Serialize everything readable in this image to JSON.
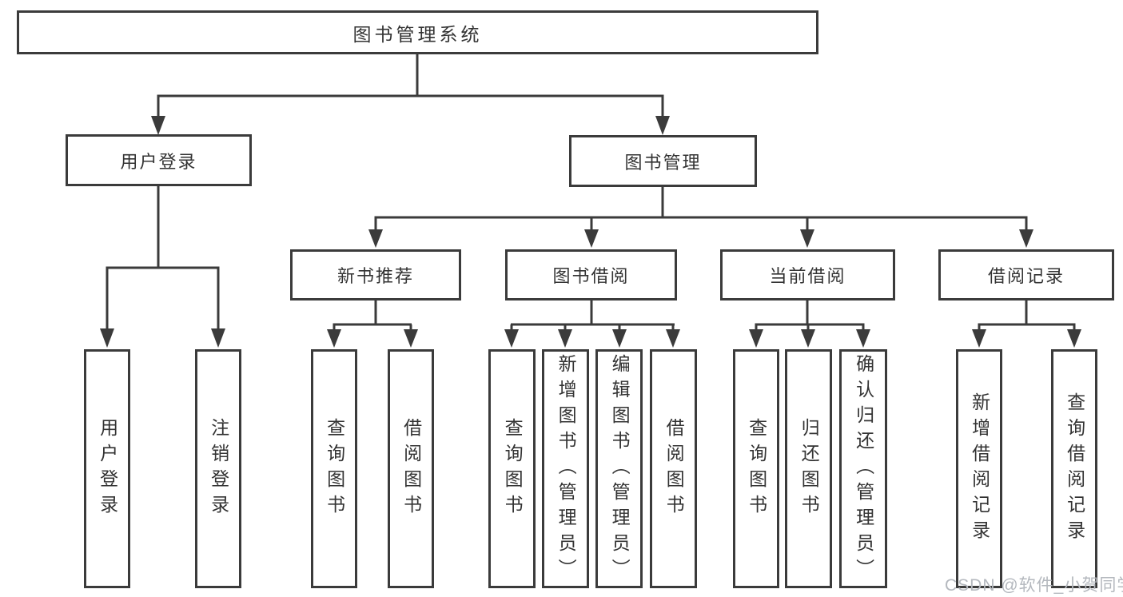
{
  "diagram": {
    "root": {
      "label": "图书管理系统"
    },
    "branches": [
      {
        "label": "用户登录",
        "children": [
          {
            "label": "用户登录"
          },
          {
            "label": "注销登录"
          }
        ]
      },
      {
        "label": "图书管理",
        "children": [
          {
            "label": "新书推荐",
            "children": [
              {
                "label": "查询图书"
              },
              {
                "label": "借阅图书"
              }
            ]
          },
          {
            "label": "图书借阅",
            "children": [
              {
                "label": "查询图书"
              },
              {
                "label": "新增图书（管理员）"
              },
              {
                "label": "编辑图书（管理员）"
              },
              {
                "label": "借阅图书"
              }
            ]
          },
          {
            "label": "当前借阅",
            "children": [
              {
                "label": "查询图书"
              },
              {
                "label": "归还图书"
              },
              {
                "label": "确认归还（管理员）"
              }
            ]
          },
          {
            "label": "借阅记录",
            "children": [
              {
                "label": "新增借阅记录"
              },
              {
                "label": "查询借阅记录"
              }
            ]
          }
        ]
      }
    ]
  },
  "watermark": {
    "text": "CSDN @软件_小贺同学"
  },
  "colors": {
    "line": "#3b3b3b",
    "text": "#333333",
    "watermark": "#b4b8be",
    "background": "#ffffff"
  }
}
